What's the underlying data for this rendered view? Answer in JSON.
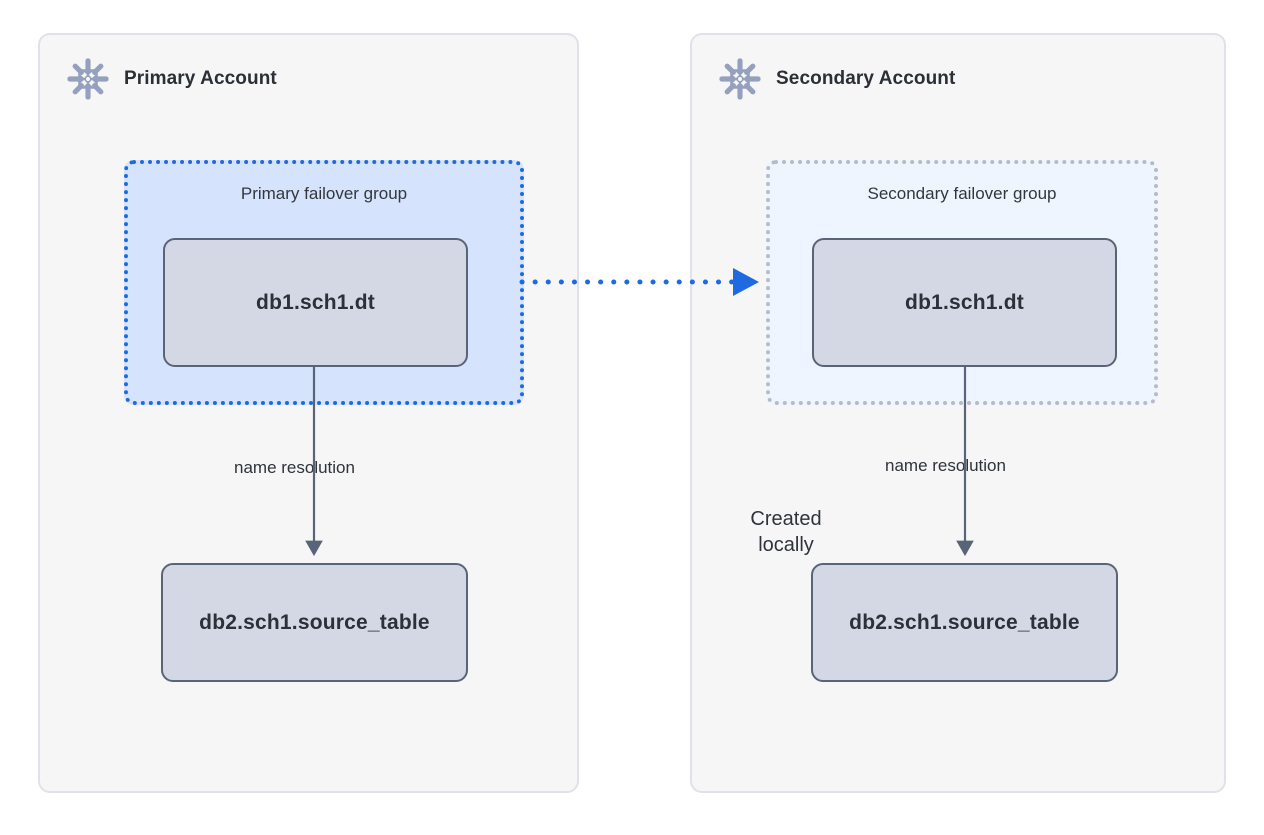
{
  "diagram": {
    "title_semantic": "snowflake-failover-group-name-resolution",
    "colors": {
      "panel_bg": "#f6f6f7",
      "panel_border": "#dfe2ea",
      "primary_group_bg": "#d5e4fc",
      "primary_group_border": "#1f6ae0",
      "secondary_group_bg": "#eff5fe",
      "secondary_group_border": "#b5bbc9",
      "node_bg": "#d3d8e4",
      "node_border": "#5a6478",
      "replication_arrow": "#1f6ae0",
      "resolution_arrow": "#5a6478",
      "icon_color": "#94a0bd",
      "text": "#2c3038"
    },
    "accounts": [
      {
        "id": "primary",
        "title": "Primary Account",
        "icon": "snowflake-icon",
        "failover_group": {
          "label": "Primary failover group",
          "border_style": "dotted",
          "node": "db1.sch1.dt"
        },
        "local_node": "db2.sch1.source_table",
        "resolution_label": "name resolution",
        "note": null
      },
      {
        "id": "secondary",
        "title": "Secondary Account",
        "icon": "snowflake-icon",
        "failover_group": {
          "label": "Secondary failover group",
          "border_style": "dotted",
          "node": "db1.sch1.dt"
        },
        "local_node": "db2.sch1.source_table",
        "resolution_label": "name resolution",
        "note": "Created locally"
      }
    ],
    "edges": [
      {
        "id": "replication",
        "from": "primary.failover_group",
        "to": "secondary.failover_group",
        "style": "dotted",
        "color": "#1f6ae0",
        "label": ""
      },
      {
        "id": "primary-name-resolution",
        "from": "primary.db1.sch1.dt",
        "to": "primary.db2.sch1.source_table",
        "style": "solid",
        "color": "#5a6478",
        "label": "name resolution"
      },
      {
        "id": "secondary-name-resolution",
        "from": "secondary.db1.sch1.dt",
        "to": "secondary.db2.sch1.source_table",
        "style": "solid",
        "color": "#5a6478",
        "label": "name resolution"
      }
    ]
  }
}
